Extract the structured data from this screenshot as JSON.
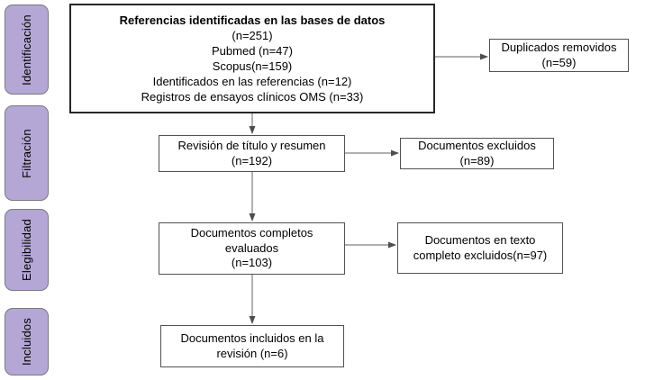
{
  "palette": {
    "background": "#ffffff",
    "text_color": "#000000",
    "stage_fill": "#b4a7d6",
    "stage_border": "#7a7a7a",
    "box_fill": "#ffffff",
    "box_border": "#525252",
    "primary_box_border": "#262626",
    "arrow_color": "#7f7f7f",
    "arrowhead_color": "#4d4d4d"
  },
  "stages": [
    {
      "label": "Identificación"
    },
    {
      "label": "Filtración"
    },
    {
      "label": "Elegibilidad"
    },
    {
      "label": "Incluidos"
    }
  ],
  "boxes": {
    "identified": {
      "title": "Referencias identificadas en las bases de datos",
      "lines": [
        "(n=251)",
        "Pubmed (n=47)",
        "Scopus(n=159)",
        "Identificados en las referencias (n=12)",
        "Registros de ensayos clínicos OMS (n=33)"
      ]
    },
    "duplicates": {
      "lines": [
        "Duplicados removidos",
        "(n=59)"
      ]
    },
    "title_review": {
      "lines": [
        "Revisión de título y resumen",
        "(n=192)"
      ]
    },
    "excluded": {
      "lines": [
        "Documentos excluidos",
        "(n=89)"
      ]
    },
    "full_text": {
      "lines": [
        "Documentos completos",
        "evaluados",
        "(n=103)"
      ]
    },
    "full_text_excluded": {
      "lines": [
        "Documentos en texto",
        "completo excluidos(n=97)"
      ]
    },
    "included": {
      "lines": [
        "Documentos incluidos en la",
        "revisión (n=6)"
      ]
    }
  }
}
